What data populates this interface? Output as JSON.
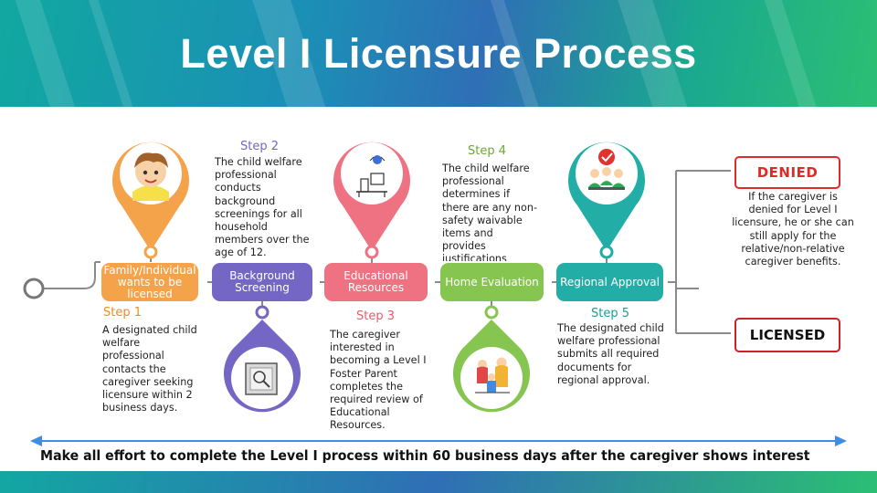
{
  "title": "Level I Licensure Process",
  "steps": [
    {
      "step_label": "Step 1",
      "box": "Family/Individual wants to be licensed",
      "description": "A designated child welfare professional contacts the caregiver seeking licensure within 2 business days."
    },
    {
      "step_label": "Step 2",
      "box": "Background Screening",
      "description": "The child welfare professional conducts background screenings for all household members over the age of 12."
    },
    {
      "step_label": "Step 3",
      "box": "Educational Resources",
      "description": "The caregiver interested in becoming a Level I Foster Parent completes the required review of Educational Resources."
    },
    {
      "step_label": "Step 4",
      "box": "Home Evaluation",
      "description": "The child welfare professional determines if there are any non-safety waivable items and provides justifications"
    },
    {
      "step_label": "Step 5",
      "box": "Regional Approval",
      "description": "The designated child welfare professional submits all required documents for regional approval."
    }
  ],
  "outcomes": {
    "denied": {
      "label": "DENIED",
      "description": "If the caregiver is denied for Level I licensure, he or she can still apply for the relative/non-relative caregiver benefits."
    },
    "licensed": {
      "label": "LICENSED"
    }
  },
  "footer_note": "Make all effort to complete the Level I process within 60 business days after the caregiver shows interest",
  "colors": {
    "step1": "#f5a34a",
    "step2": "#7366c4",
    "step3": "#ee7282",
    "step4": "#86c550",
    "step5": "#22aea6",
    "denied": "#e02a2a",
    "licensed": "#d01f2c",
    "line": "#8a8a8a"
  }
}
